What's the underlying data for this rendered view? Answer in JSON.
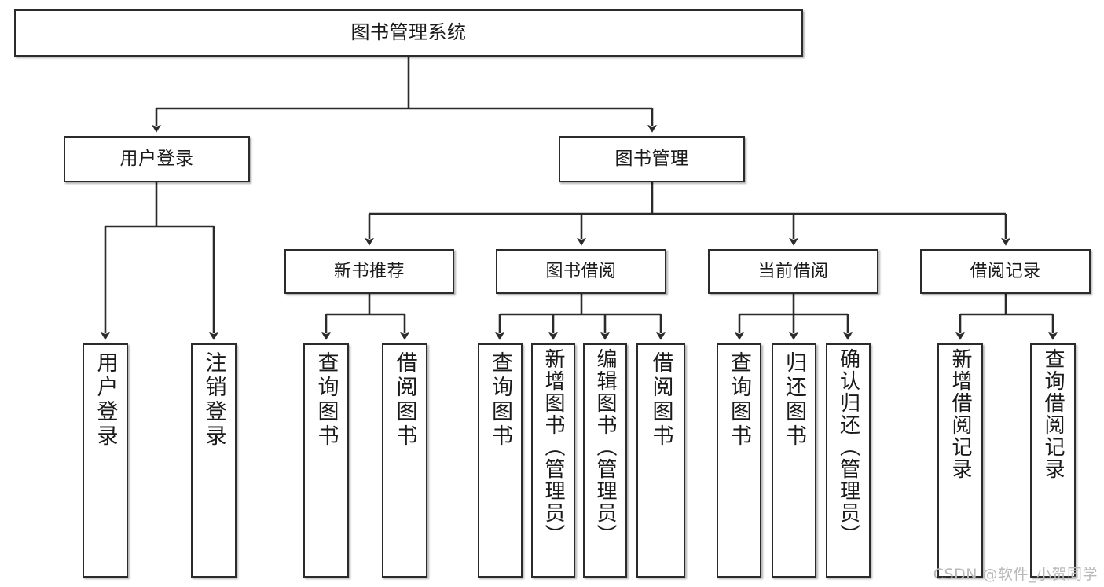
{
  "diagram": {
    "title": "图书管理系统",
    "watermark": "CSDN @软件_小贺同学",
    "colors": {
      "background": "#ffffff",
      "box_border": "#2b2b2b",
      "box_fill": "#ffffff",
      "connector": "#2b2b2b",
      "text": "#1a1a1a",
      "watermark": "#b9b9b9"
    },
    "root": {
      "label": "图书管理系统"
    },
    "level2": [
      {
        "label": "用户登录"
      },
      {
        "label": "图书管理"
      }
    ],
    "level3": [
      {
        "label": "新书推荐"
      },
      {
        "label": "图书借阅"
      },
      {
        "label": "当前借阅"
      },
      {
        "label": "借阅记录"
      }
    ],
    "leaves": {
      "user_login": [
        {
          "label": "用户登录"
        },
        {
          "label": "注销登录"
        }
      ],
      "new_books": [
        {
          "label": "查询图书"
        },
        {
          "label": "借阅图书"
        }
      ],
      "book_borrow": [
        {
          "label": "查询图书"
        },
        {
          "label": "新增图书（管理员）"
        },
        {
          "label": "编辑图书（管理员）"
        },
        {
          "label": "借阅图书"
        }
      ],
      "current_borrow": [
        {
          "label": "查询图书"
        },
        {
          "label": "归还图书"
        },
        {
          "label": "确认归还（管理员）"
        }
      ],
      "borrow_records": [
        {
          "label": "新增借阅记录"
        },
        {
          "label": "查询借阅记录"
        }
      ]
    }
  }
}
